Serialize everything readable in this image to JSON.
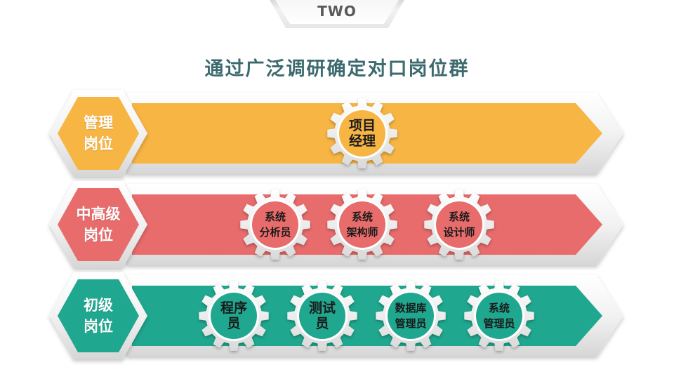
{
  "header": {
    "tab_label": "TWO",
    "title": "通过广泛调研确定对口岗位群"
  },
  "colors": {
    "management": "#f7b544",
    "mid_senior": "#e86c6c",
    "junior": "#1fa88f"
  },
  "rows": [
    {
      "line1": "管理",
      "line2": "岗位",
      "roles": [
        {
          "line1": "项目",
          "line2": "经理"
        }
      ]
    },
    {
      "line1": "中高级",
      "line2": "岗位",
      "roles": [
        {
          "line1": "系统",
          "line2": "分析员"
        },
        {
          "line1": "系统",
          "line2": "架构师"
        },
        {
          "line1": "系统",
          "line2": "设计师"
        }
      ]
    },
    {
      "line1": "初级",
      "line2": "岗位",
      "roles": [
        {
          "line1": "程序",
          "line2": "员"
        },
        {
          "line1": "测试",
          "line2": "员"
        },
        {
          "line1": "数据库",
          "line2": "管理员"
        },
        {
          "line1": "系统",
          "line2": "管理员"
        }
      ]
    }
  ]
}
